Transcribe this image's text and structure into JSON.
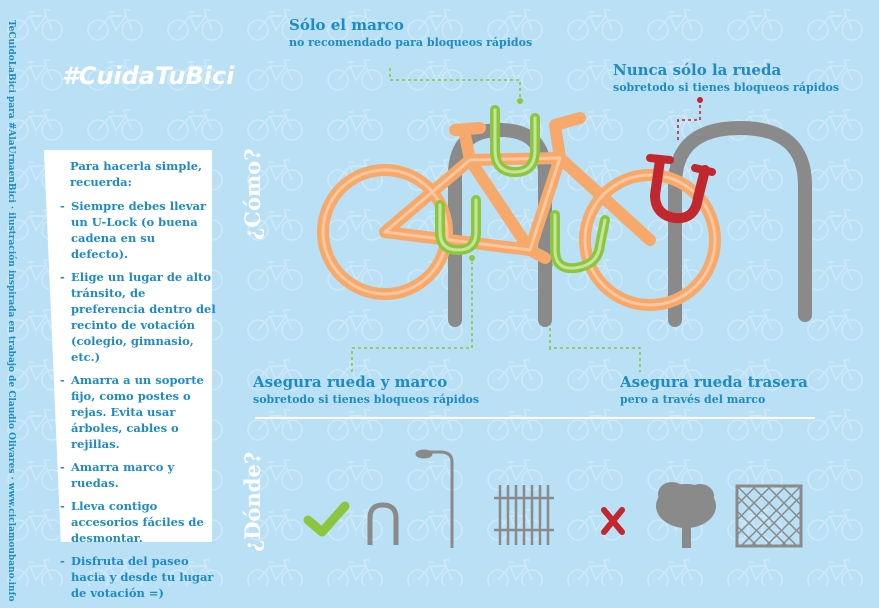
{
  "hashtag": "#CuidaTuBici",
  "side_credit": "TeCuidoLaBici para #AlaUrnaenBici · ilustración inspirada en trabajo de Claudio Olivares · www.ciclamoubano.info",
  "card": {
    "intro": "Para hacerla simple, recuerda:",
    "tips": [
      "Siempre debes llevar un U-Lock (o buena cadena en su defecto).",
      "Elige un lugar de alto tránsito, de preferencia dentro del recinto de votación (colegio, gimnasio, etc.)",
      "Amarra a un soporte fijo, como postes o rejas. Evita usar árboles, cables o rejillas.",
      "Amarra marco y ruedas.",
      "Lleva contigo accesorios fáciles de desmontar.",
      "Disfruta del paseo hacia y desde tu lugar de votación =)"
    ]
  },
  "section_labels": {
    "como": "¿Cómo?",
    "donde": "¿Dónde?"
  },
  "callouts": {
    "frame_only": {
      "title": "Sólo el marco",
      "subtitle": "no recomendado para bloqueos rápidos"
    },
    "wheel_only": {
      "title": "Nunca sólo la rueda",
      "subtitle": "sobretodo si tienes bloqueos rápidos"
    },
    "wheel_and_frame": {
      "title": "Asegura rueda y marco",
      "subtitle": "sobretodo si tienes bloqueos rápidos"
    },
    "rear_wheel": {
      "title": "Asegura rueda trasera",
      "subtitle": "pero a través del marco"
    }
  },
  "colors": {
    "background": "#b9e0f4",
    "text_blue": "#1e8bc4",
    "bike_orange": "#f7a86b",
    "lock_green": "#8cc63f",
    "lock_red": "#c1272d",
    "rack_gray": "#8a8a8a"
  },
  "icons": {
    "good": [
      "check-icon",
      "u-rack-icon",
      "street-lamp-icon",
      "fence-icon"
    ],
    "bad": [
      "x-icon",
      "tree-icon",
      "grate-icon"
    ]
  }
}
